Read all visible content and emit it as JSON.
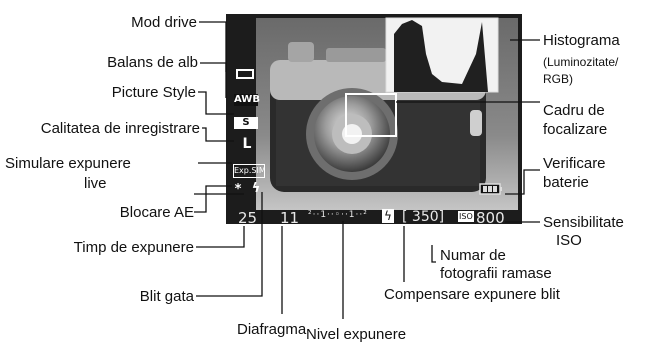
{
  "labels": {
    "drive_mode": "Mod drive",
    "white_balance": "Balans de alb",
    "picture_style": "Picture Style",
    "recording_quality": "Calitatea de inregistrare",
    "exposure_sim_1": "Simulare expunere",
    "exposure_sim_2": "live",
    "ae_lock": "Blocare AE",
    "shutter_speed": "Timp de expunere",
    "flash_ready": "Blit gata",
    "aperture": "Diafragma",
    "exposure_level": "Nivel expunere",
    "flash_exp_comp": "Compensare expunere blit",
    "shots_remaining_1": "Numar de",
    "shots_remaining_2": "fotografii ramase",
    "iso_1": "Sensibilitate",
    "iso_2": "ISO",
    "battery_1": "Verificare",
    "battery_2": "baterie",
    "af_frame_1": "Cadru de",
    "af_frame_2": "focalizare",
    "histogram_1": "Histograma",
    "histogram_2": "(Luminozitate/",
    "histogram_3": "RGB)"
  },
  "screen_icons": {
    "wb": "AWB",
    "style": "S",
    "quality": "L",
    "expsim": "Exp.SIM",
    "ae_lock": "*",
    "flash": "ϟ",
    "flash_comp_symbol": "ϟ",
    "iso_badge": "ISO"
  },
  "readout": {
    "shutter": "25",
    "aperture": "11",
    "scale": "²··1··◦··1··²",
    "shots": "[ 350]",
    "iso": "800"
  }
}
